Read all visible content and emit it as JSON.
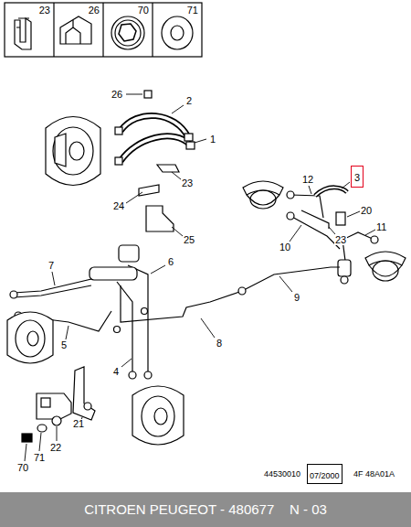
{
  "diagram": {
    "caption": "CITROEN PEUGEOT - 480677    N - 03",
    "nodes": [
      {
        "text": [
          "23"
        ]
      },
      {
        "text": [
          "26"
        ]
      },
      {
        "text": [
          "70"
        ]
      },
      {
        "text": [
          "71"
        ]
      },
      {
        "text": [
          "3"
        ]
      },
      {
        "text": [
          "07/2000"
        ]
      }
    ],
    "labels": [
      "26",
      "2",
      "1",
      "23",
      "24",
      "25",
      "12",
      "20",
      "10",
      "23",
      "11",
      "7",
      "6",
      "9",
      "5",
      "8",
      "4",
      "21",
      "22",
      "71",
      "70",
      "44530010",
      "4F 48A01A"
    ]
  }
}
